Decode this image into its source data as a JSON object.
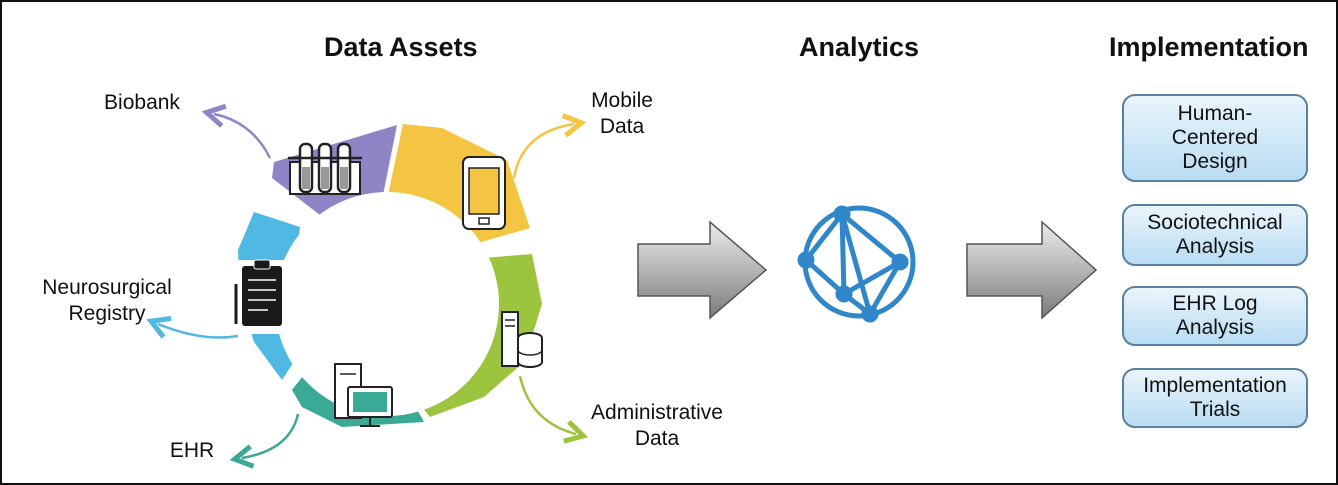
{
  "headings": {
    "data_assets": "Data Assets",
    "analytics": "Analytics",
    "implementation": "Implementation"
  },
  "assets": {
    "biobank": "Biobank",
    "mobile": "Mobile\nData",
    "neurosurgical": "Neurosurgical\nRegistry",
    "ehr": "EHR",
    "administrative": "Administrative\nData"
  },
  "implementation_items": [
    "Human-\nCentered\nDesign",
    "Sociotechnical\nAnalysis",
    "EHR Log\nAnalysis",
    "Implementation\nTrials"
  ],
  "colors": {
    "purple": "#8e84c6",
    "yellow": "#f4c542",
    "green": "#9cc43f",
    "teal": "#3aa996",
    "blue": "#4fb8e3",
    "network": "#2f86c8",
    "arrow_gray": "#9a9a9a"
  },
  "icons": [
    "test-tubes-icon",
    "mobile-phone-icon",
    "server-database-icon",
    "computer-tower-icon",
    "clipboard-icon",
    "network-globe-icon"
  ]
}
